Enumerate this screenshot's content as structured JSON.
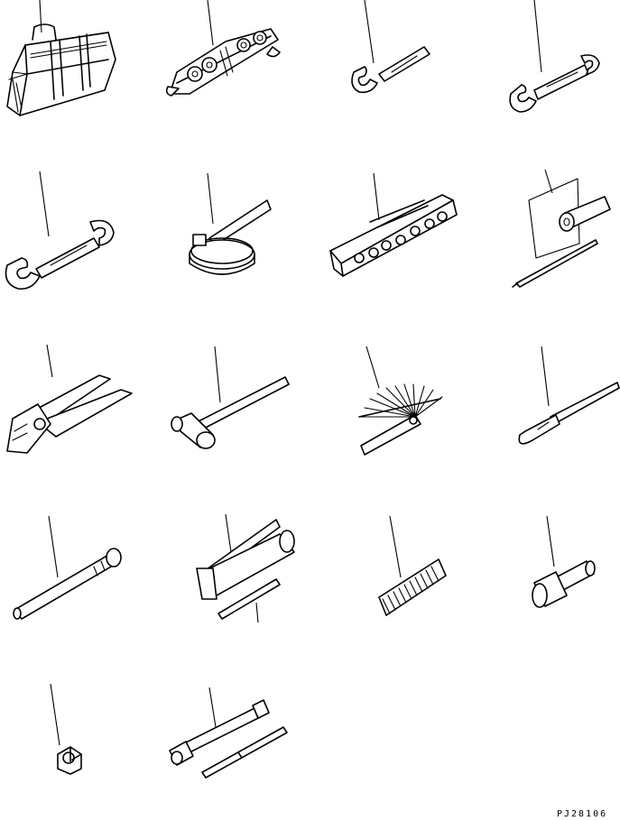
{
  "drawing_code": "PJ28106",
  "items": [
    {
      "id": "tool-bag",
      "icon": "tool-bag-icon"
    },
    {
      "id": "wrench-set",
      "icon": "wrench-set-icon"
    },
    {
      "id": "small-wrench",
      "icon": "open-end-wrench-icon"
    },
    {
      "id": "medium-wrench",
      "icon": "open-end-wrench-icon"
    },
    {
      "id": "large-wrench",
      "icon": "open-end-wrench-icon"
    },
    {
      "id": "filter-wrench",
      "icon": "filter-wrench-icon"
    },
    {
      "id": "socket-set",
      "icon": "socket-case-icon"
    },
    {
      "id": "screwdriver",
      "icon": "screwdriver-icon"
    },
    {
      "id": "pliers",
      "icon": "pliers-icon"
    },
    {
      "id": "hammer",
      "icon": "hammer-icon"
    },
    {
      "id": "feeler-gauge",
      "icon": "feeler-gauge-icon"
    },
    {
      "id": "pry-bar",
      "icon": "pry-bar-icon"
    },
    {
      "id": "extension-bar",
      "icon": "extension-bar-icon"
    },
    {
      "id": "grease-gun",
      "icon": "grease-gun-icon"
    },
    {
      "id": "spring",
      "icon": "spring-icon"
    },
    {
      "id": "bolt",
      "icon": "bolt-icon"
    },
    {
      "id": "nut",
      "icon": "nut-icon"
    },
    {
      "id": "box-wrench",
      "icon": "box-wrench-icon"
    }
  ]
}
